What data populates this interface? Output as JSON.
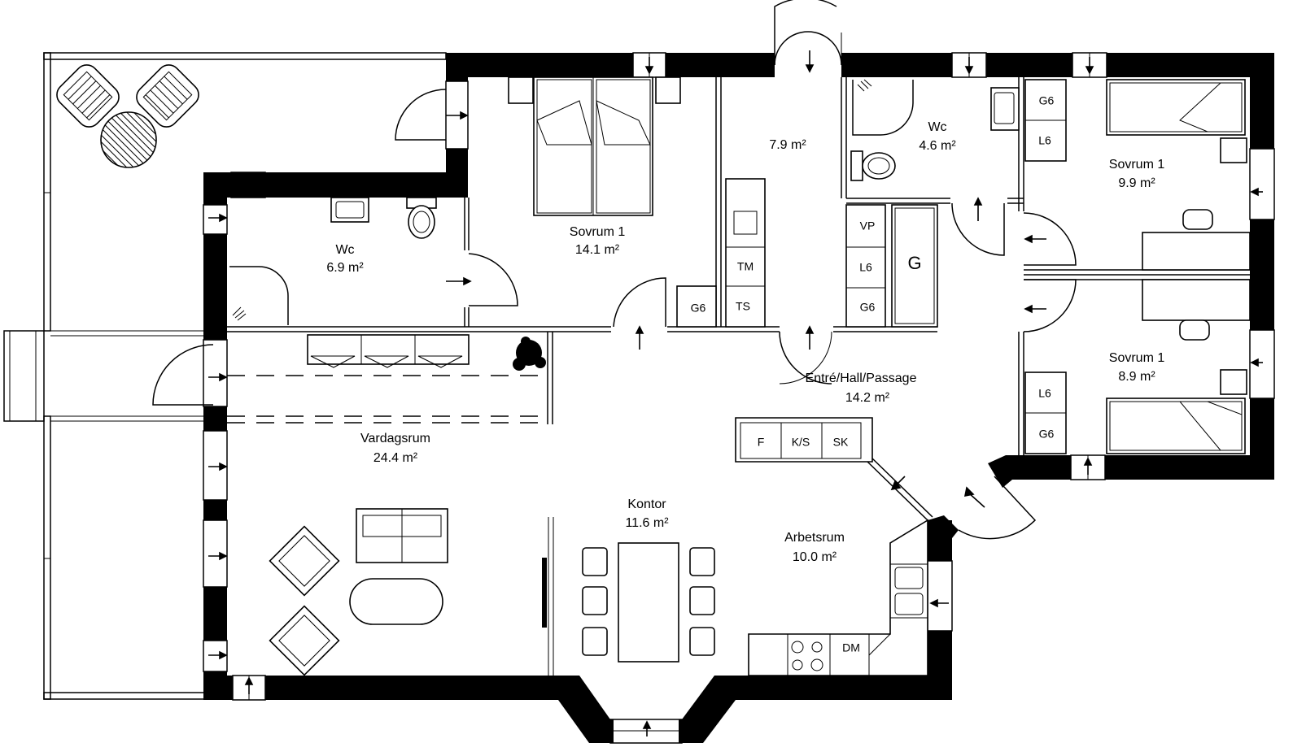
{
  "rooms": {
    "wc_left": {
      "name": "Wc",
      "area": "6.9 m²"
    },
    "sovrum_main": {
      "name": "Sovrum 1",
      "area": "14.1 m²"
    },
    "closet": {
      "name": "",
      "area": "7.9 m²"
    },
    "wc_right": {
      "name": "Wc",
      "area": "4.6 m²"
    },
    "sovrum_top_right": {
      "name": "Sovrum 1",
      "area": "9.9 m²"
    },
    "entre": {
      "name": "Entré/Hall/Passage",
      "area": "14.2 m²"
    },
    "sovrum_bottom_right": {
      "name": "Sovrum 1",
      "area": "8.9 m²"
    },
    "vardagsrum": {
      "name": "Vardagsrum",
      "area": "24.4 m²"
    },
    "kontor": {
      "name": "Kontor",
      "area": "11.6 m²"
    },
    "arbetsrum": {
      "name": "Arbetsrum",
      "area": "10.0 m²"
    }
  },
  "storage": {
    "g6_sovrum": "G6",
    "tm": "TM",
    "ts": "TS",
    "vp": "VP",
    "l6_hall": "L6",
    "g6_hall": "G6",
    "g_big": "G",
    "g6_top_right": "G6",
    "l6_top_right": "L6",
    "l6_bottom_right": "L6",
    "g6_bottom_right": "G6",
    "f": "F",
    "ks": "K/S",
    "sk": "SK",
    "dm": "DM"
  }
}
